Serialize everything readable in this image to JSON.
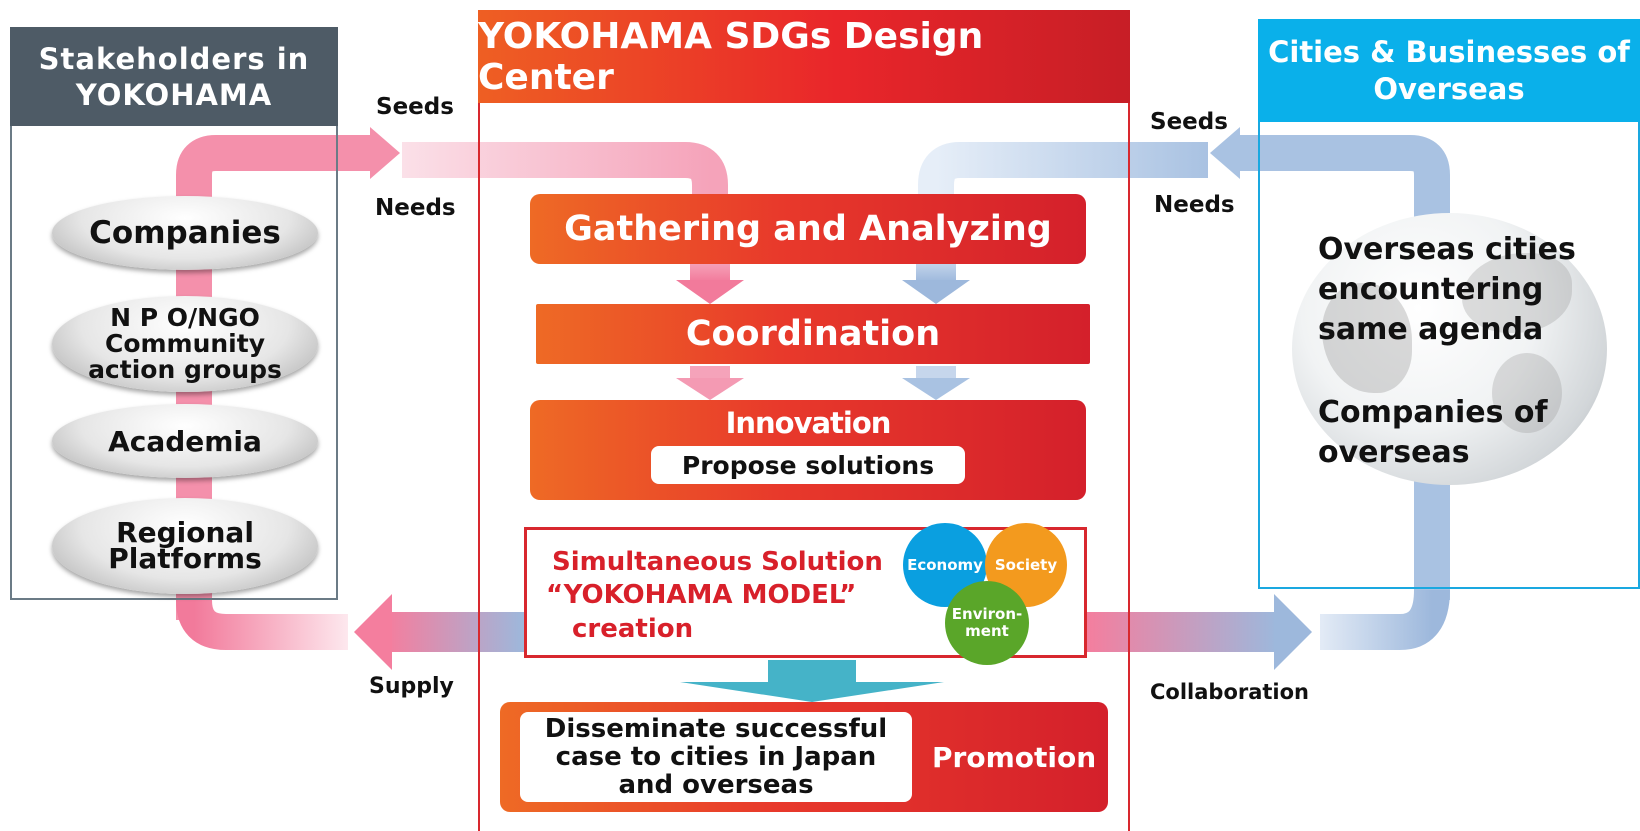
{
  "left_panel": {
    "header": "Stakeholders in YOKOHAMA",
    "items": [
      "Companies",
      "N P O/NGO Community action groups",
      "Academia",
      "Regional Platforms"
    ]
  },
  "center_panel": {
    "header": "YOKOHAMA SDGs Design Center",
    "gathering": "Gathering and Analyzing",
    "coordination": "Coordination",
    "innovation": "Innovation",
    "propose": "Propose solutions",
    "simultaneous": {
      "line1": "Simultaneous Solution",
      "line2": "“YOKOHAMA MODEL”",
      "line3": "creation"
    },
    "circles": {
      "economy": "Economy",
      "society": "Society",
      "environment": "Environ-ment"
    },
    "disseminate": "Disseminate successful case to cities in Japan and overseas",
    "promotion": "Promotion"
  },
  "right_panel": {
    "header": "Cities & Businesses of Overseas",
    "text1": "Overseas cities encountering same agenda",
    "text2": "Companies of overseas"
  },
  "labels": {
    "seeds_left": "Seeds",
    "needs_left": "Needs",
    "seeds_right": "Seeds",
    "needs_right": "Needs",
    "supply": "Supply",
    "collaboration": "Collaboration"
  },
  "colors": {
    "left_header": "#4e5b66",
    "center_red": "#e9262a",
    "center_orange": "#ee6a25",
    "right_header": "#0ab0ea",
    "pink_arrow": "#f47e9e",
    "blue_arrow": "#9db8dc",
    "teal_arrow": "#45b3c8",
    "economy": "#0a9fe0",
    "society": "#f39a1e",
    "environment": "#5aa629"
  }
}
